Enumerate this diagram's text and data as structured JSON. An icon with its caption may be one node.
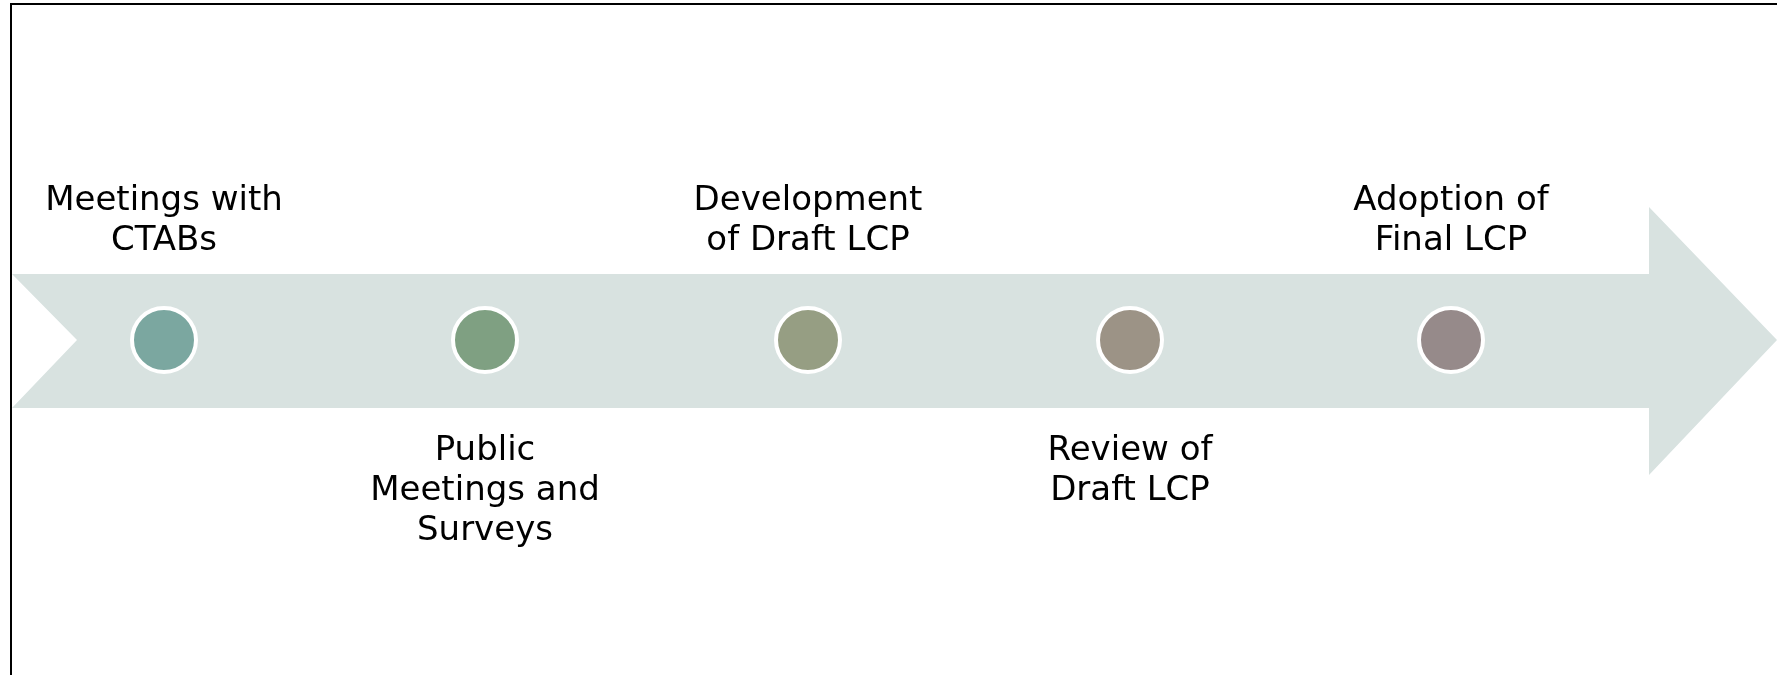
{
  "diagram": {
    "nodes": [
      {
        "text": [],
        "shape": "arrow"
      },
      {
        "text": [],
        "shape": "circle",
        "in": 0,
        "beside": [
          "Meetings with CTABs"
        ]
      },
      {
        "text": [],
        "shape": "circle",
        "in": 0,
        "beside": [
          "Public Meetings and Surveys"
        ]
      },
      {
        "text": [],
        "shape": "circle",
        "in": 0,
        "beside": [
          "Development of Draft LCP"
        ]
      },
      {
        "text": [],
        "shape": "circle",
        "in": 0,
        "beside": [
          "Review of Draft LCP"
        ]
      },
      {
        "text": [],
        "shape": "circle",
        "in": 0,
        "beside": [
          "Adoption of Final LCP"
        ]
      }
    ],
    "edges": []
  }
}
